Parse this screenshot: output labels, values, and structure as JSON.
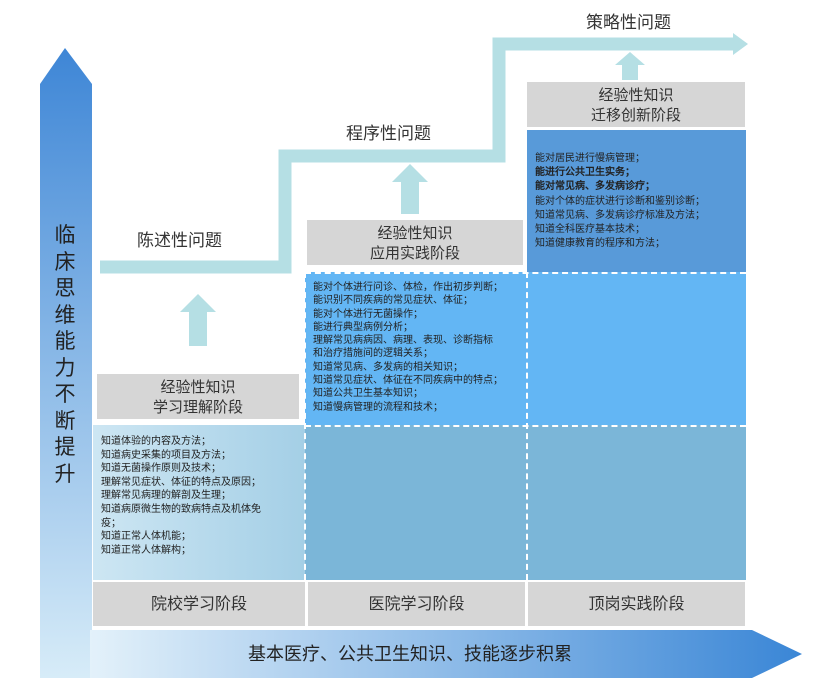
{
  "vertical_axis": {
    "label": "临床思维能力不断提升"
  },
  "horizontal_axis": {
    "label": "基本医疗、公共卫生知识、技能逐步积累"
  },
  "columns": [
    {
      "label": "院校学习阶段"
    },
    {
      "label": "医院学习阶段"
    },
    {
      "label": "顶岗实践阶段"
    }
  ],
  "questions": [
    "陈述性问题",
    "程序性问题",
    "策略性问题"
  ],
  "stages": [
    {
      "line1": "经验性知识",
      "line2": "学习理解阶段",
      "items": [
        "知道体验的内容及方法；",
        "知道病史采集的项目及方法；",
        "知道无菌操作原则及技术；",
        "理解常见症状、体征的特点及原因；",
        "理解常见病理的解剖及生理；",
        "知道病原微生物的致病特点及机体免",
        "疫；",
        "知道正常人体机能；",
        "知道正常人体解构；"
      ]
    },
    {
      "line1": "经验性知识",
      "line2": "应用实践阶段",
      "items": [
        "能对个体进行问诊、体检，作出初步判断；",
        "能识别不同疾病的常见症状、体征；",
        "能对个体进行无菌操作；",
        "能进行典型病例分析；",
        "理解常见病病因、病理、表现、诊断指标",
        "和治疗措施间的逻辑关系；",
        "知道常见病、多发病的相关知识；",
        "知道常见症状、体征在不同疾病中的特点；",
        "知道公共卫生基本知识；",
        "知道慢病管理的流程和技术；"
      ]
    },
    {
      "line1": "经验性知识",
      "line2": "迁移创新阶段",
      "items": [
        "能对居民进行慢病管理；",
        "能进行公共卫生实务；",
        "能对常见病、多发病诊疗；",
        "能对个体的症状进行诊断和鉴别诊断；",
        "知道常见病、多发病诊疗标准及方法；",
        "知道全科医疗基本技术；",
        "知道健康教育的程序和方法；"
      ]
    }
  ],
  "colors": {
    "stair": "#b5dfe4",
    "bottom_row": "#7bb6d8",
    "middle_row": "#63b6f4",
    "top_cell": "#589ad9",
    "gray": "#d6d6d6"
  }
}
